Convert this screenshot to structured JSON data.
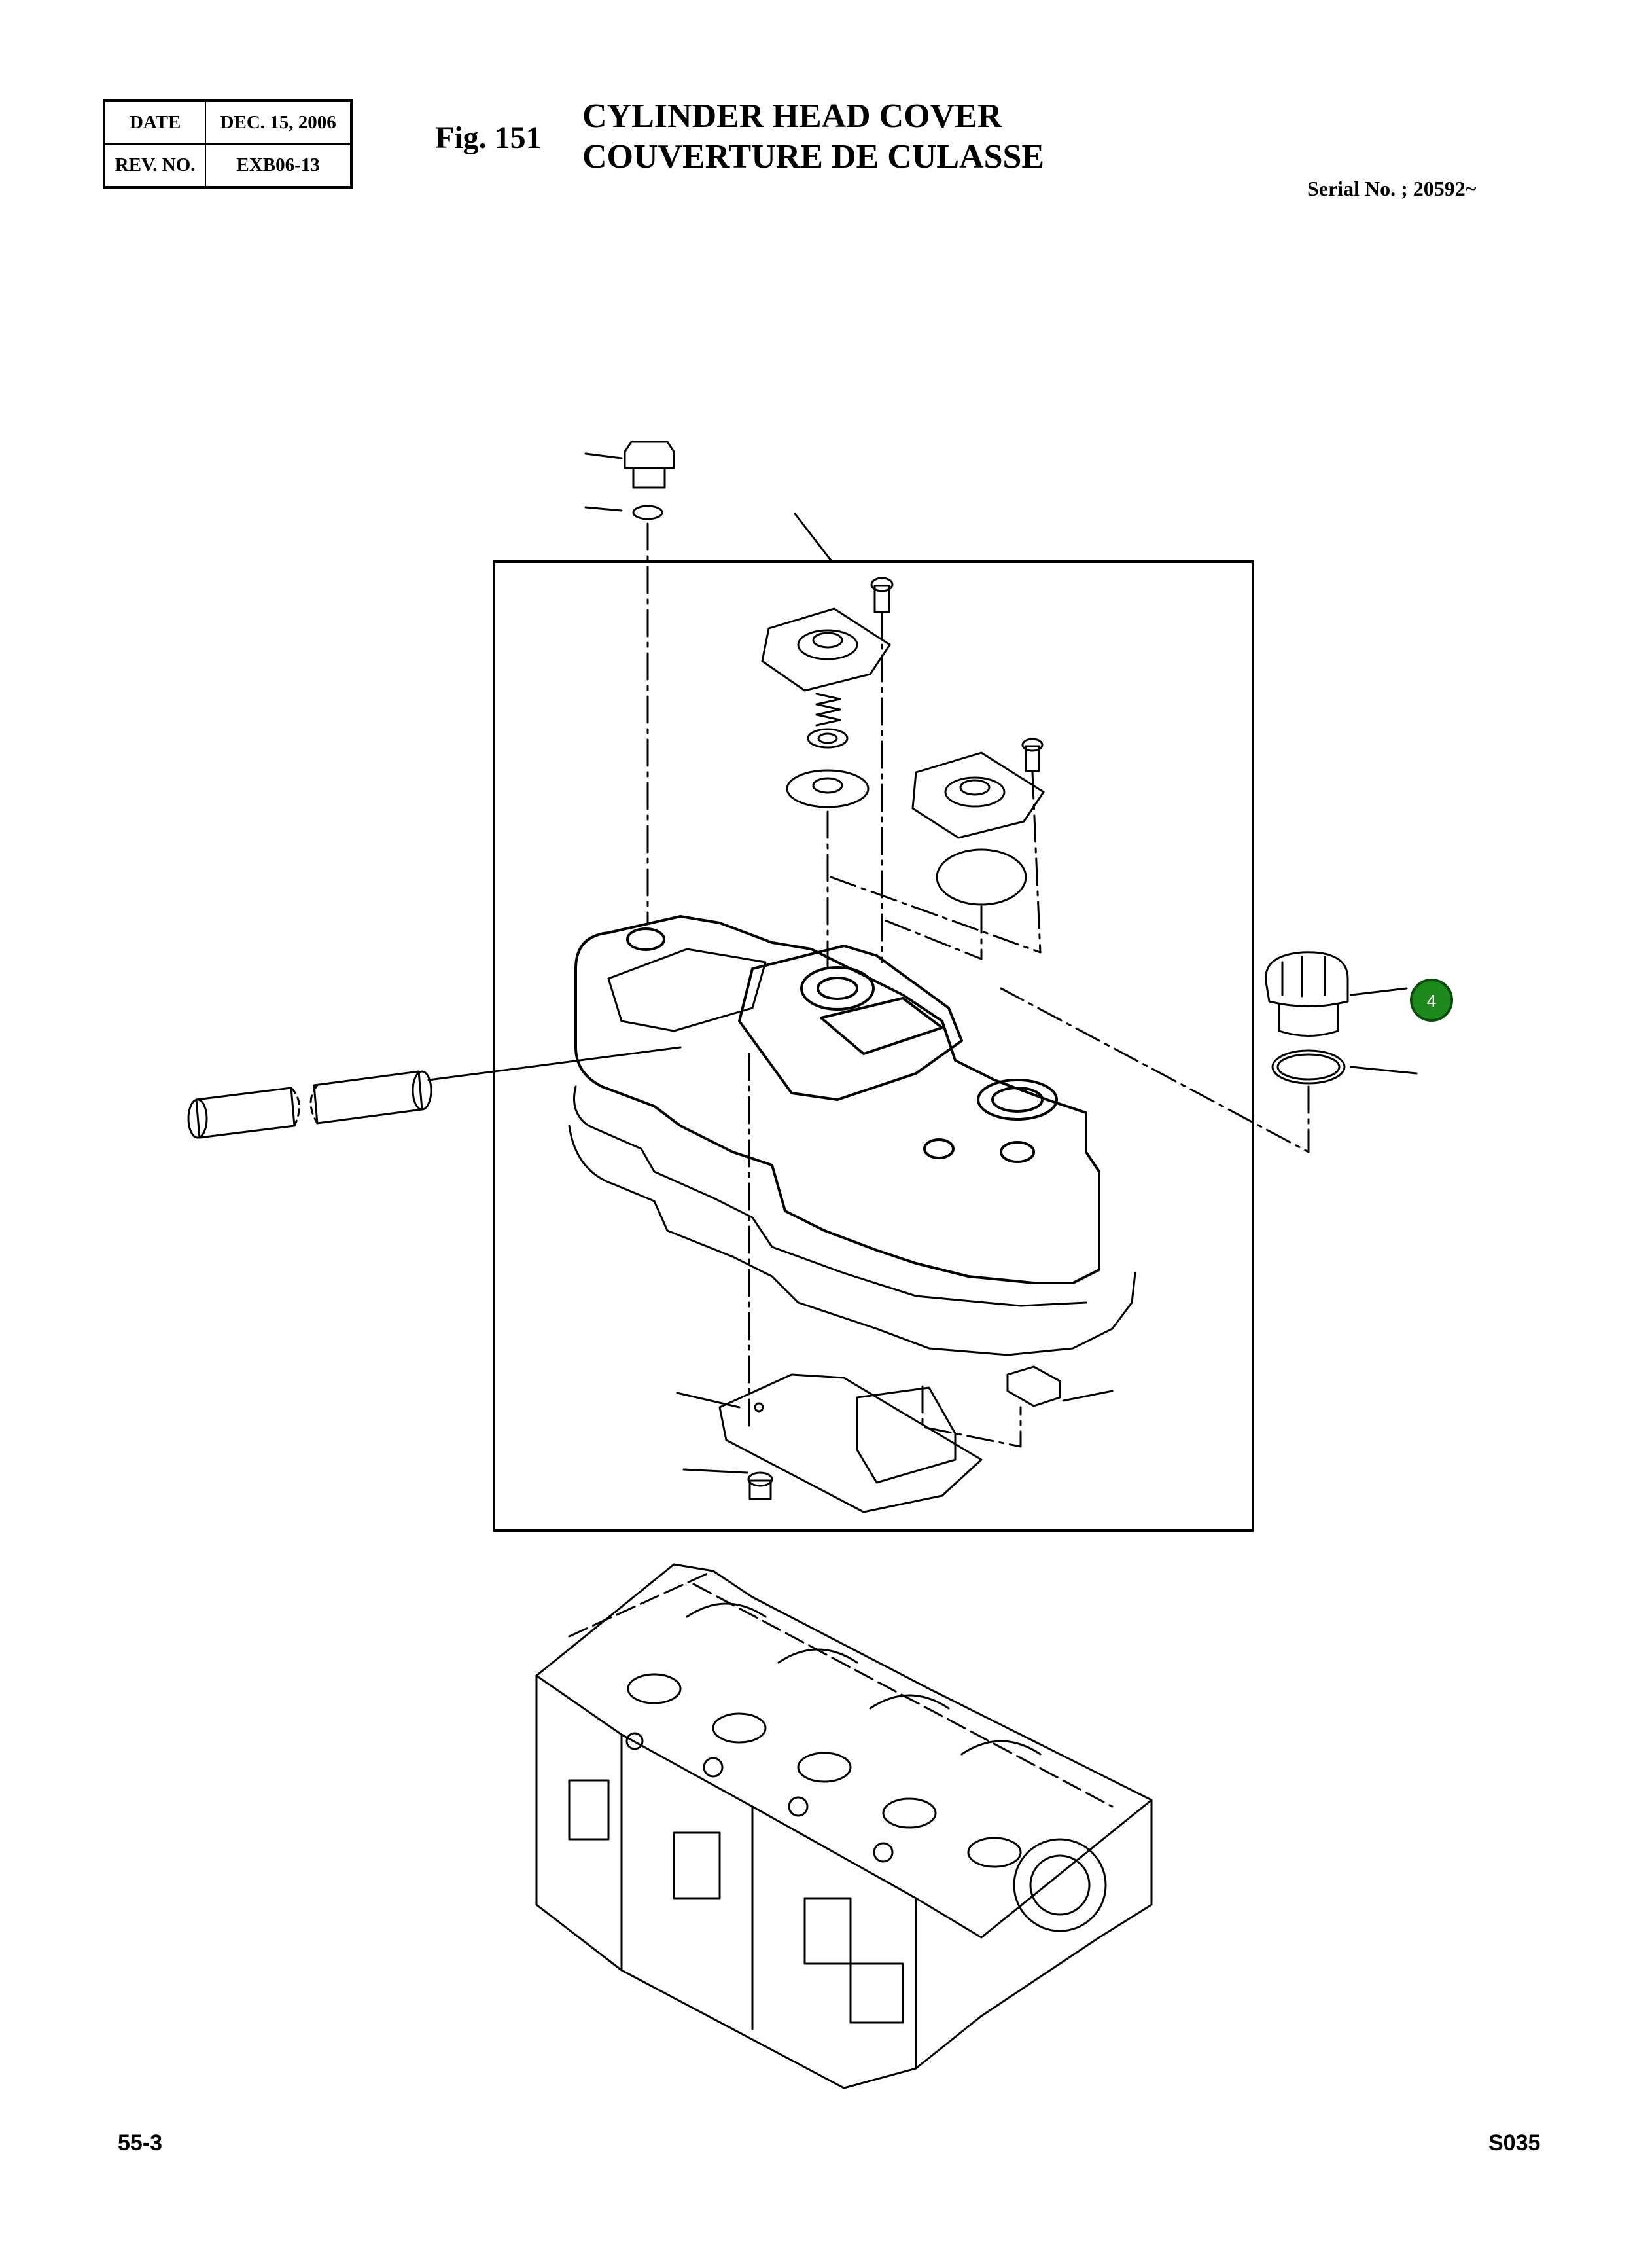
{
  "revision": {
    "date_label": "DATE",
    "date_value": "DEC. 15, 2006",
    "rev_label": "REV. NO.",
    "rev_value": "EXB06-13"
  },
  "figure": {
    "label": "Fig. 151",
    "title_en": "CYLINDER HEAD COVER",
    "title_fr": "COUVERTURE DE CULASSE",
    "serial": "Serial No. ; 20592~"
  },
  "callouts": [
    {
      "number": "4",
      "color": "#1e8a1e"
    }
  ],
  "footer": {
    "page": "55-3",
    "code": "S035"
  },
  "colors": {
    "line": "#000000",
    "callout_fill": "#1e8a1e",
    "callout_stroke": "#0b4d0b"
  }
}
